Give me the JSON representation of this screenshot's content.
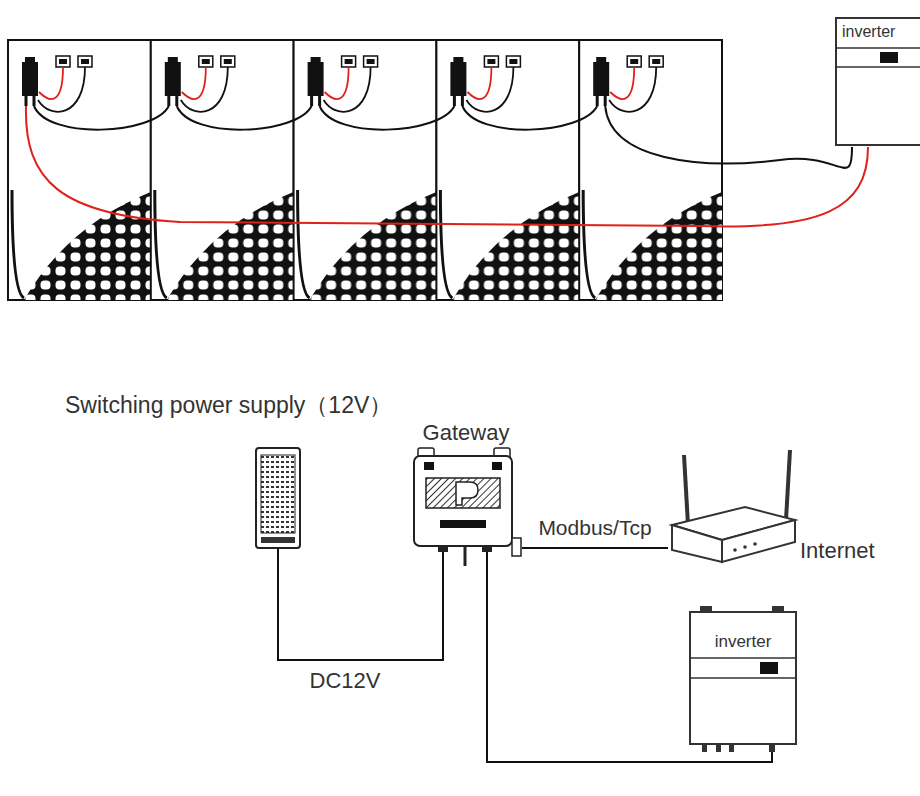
{
  "diagram": {
    "nodes": [
      {
        "text": [
          "inverter"
        ]
      },
      {
        "text": [
          "Switching power supply（12V）"
        ]
      },
      {
        "text": [
          "Gateway"
        ]
      },
      {
        "text": [
          "Internet"
        ]
      },
      {
        "text": [
          "inverter"
        ]
      }
    ],
    "edges": [
      {
        "from": 1,
        "to": 2,
        "label": "DC12V",
        "arrow": "none"
      },
      {
        "from": 2,
        "to": 3,
        "label": "Modbus/Tcp",
        "arrow": "none"
      },
      {
        "from": 2,
        "to": 4,
        "arrow": "none"
      }
    ]
  }
}
